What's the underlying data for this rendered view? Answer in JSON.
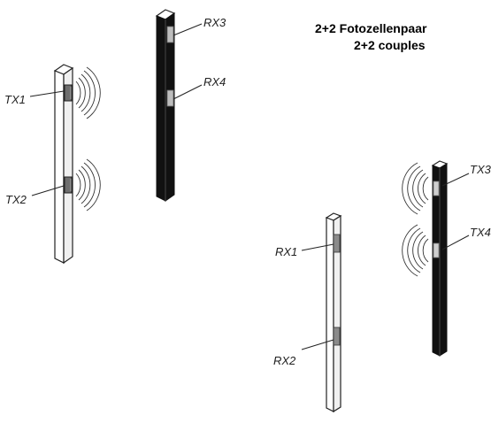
{
  "title": {
    "line1": "2+2 Fotozellenpaar",
    "line2": "2+2 couples"
  },
  "labels": {
    "tx1": "TX1",
    "tx2": "TX2",
    "rx3": "RX3",
    "rx4": "RX4",
    "rx1": "RX1",
    "rx2": "RX2",
    "tx3": "TX3",
    "tx4": "TX4"
  },
  "colors": {
    "post_white": "#ffffff",
    "post_black": "#111111",
    "outline": "#222222",
    "sensor_fill": "#7f7f7f",
    "sensor_light": "#cfcfcf"
  }
}
